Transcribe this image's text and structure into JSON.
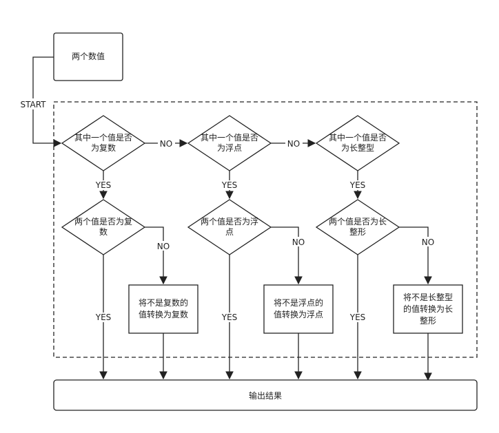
{
  "diagram": {
    "start_box": {
      "label": "两个数值"
    },
    "start_label": "START",
    "decisions": [
      {
        "id": "is-complex",
        "lines": [
          "其中一个值是否",
          "为复数"
        ]
      },
      {
        "id": "is-float",
        "lines": [
          "其中一个值是否",
          "为浮点"
        ]
      },
      {
        "id": "is-long",
        "lines": [
          "其中一个值是否",
          "为长整型"
        ]
      },
      {
        "id": "both-complex",
        "lines": [
          "两个值是否为复",
          "数"
        ]
      },
      {
        "id": "both-float",
        "lines": [
          "两个值是否为浮",
          "点"
        ]
      },
      {
        "id": "both-long",
        "lines": [
          "两个值是否为长",
          "整形"
        ]
      }
    ],
    "process_boxes": [
      {
        "id": "convert-complex",
        "lines": [
          "将不是复数的",
          "值转换为复数"
        ]
      },
      {
        "id": "convert-float",
        "lines": [
          "将不是浮点的",
          "值转换为浮点"
        ]
      },
      {
        "id": "convert-long",
        "lines": [
          "将不是长整型",
          "的值转换为长",
          "整形"
        ]
      }
    ],
    "output_box": {
      "label": "输出结果"
    },
    "edge_labels": {
      "yes": "YES",
      "no": "NO"
    }
  }
}
